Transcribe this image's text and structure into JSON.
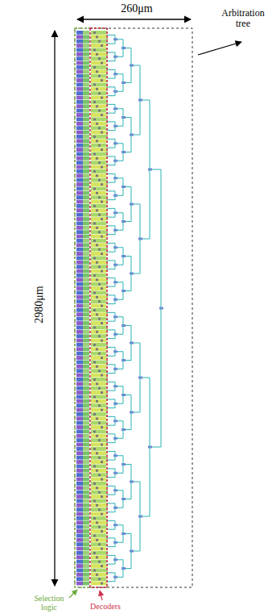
{
  "diagram": {
    "labels": [
      "260μm",
      "2980μm",
      "Arbitration tree",
      "Selection logic",
      "Decoders"
    ]
  }
}
